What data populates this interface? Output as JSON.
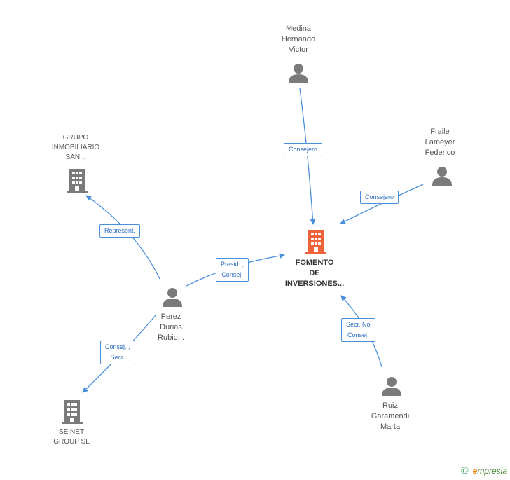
{
  "colors": {
    "edge": "#4a8fdc",
    "person": "#7a7a7a",
    "company": "#7a7a7a",
    "main_company": "#f0623a"
  },
  "nodes": {
    "main": {
      "label": "FOMENTO\nDE\nINVERSIONES...",
      "icon": "building-icon"
    },
    "medina": {
      "label": "Medina\nHernando\nVictor",
      "icon": "person-icon"
    },
    "fraile": {
      "label": "Fraile\nLameyer\nFederico",
      "icon": "person-icon"
    },
    "grupo": {
      "label": "GRUPO\nINMOBILIARIO\nSAN...",
      "icon": "building-icon"
    },
    "perez": {
      "label": "Perez\nDurias\nRubio...",
      "icon": "person-icon"
    },
    "seinet": {
      "label": "SEINET\nGROUP SL",
      "icon": "building-icon"
    },
    "ruiz": {
      "label": "Ruiz\nGaramendi\nMarta",
      "icon": "person-icon"
    }
  },
  "edges": {
    "medina_main": "Consejero",
    "fraile_main": "Consejero",
    "perez_grupo": "Represent.",
    "perez_main": "Presid. ,\nConsej.",
    "perez_seinet": "Consej. ,\nSecr.",
    "ruiz_main": "Secr.  No\nConsej."
  },
  "footer": {
    "copyright": "©",
    "brand_e": "e",
    "brand_rest": "mpresia"
  }
}
